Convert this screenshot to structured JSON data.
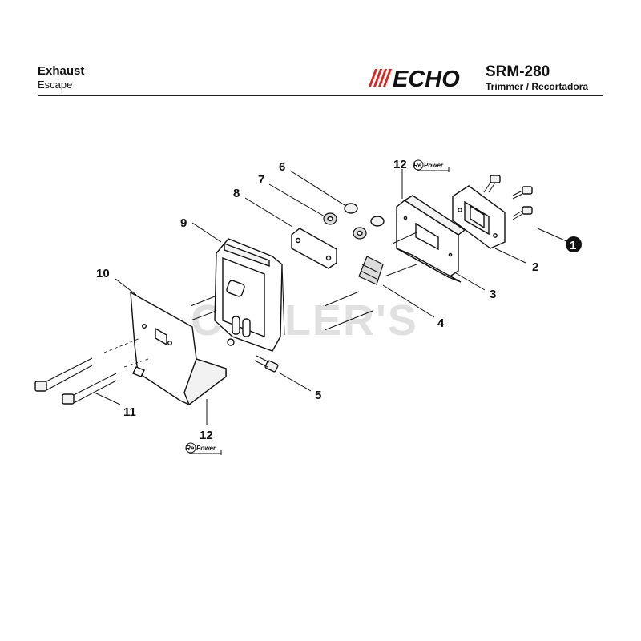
{
  "header": {
    "title": "Exhaust",
    "subtitle": "Escape",
    "brand": "ECHO",
    "model": "SRM-280",
    "product": "Trimmer / Recortadora"
  },
  "watermark": "CUTLER'S",
  "repower_badge": {
    "prefix": "Re",
    "suffix": "Power"
  },
  "callouts": {
    "c1": "1",
    "c2": "2",
    "c3": "3",
    "c4": "4",
    "c5": "5",
    "c6": "6",
    "c7": "7",
    "c8": "8",
    "c9": "9",
    "c10": "10",
    "c11": "11",
    "c12a": "12",
    "c12b": "12"
  },
  "colors": {
    "brand_red": "#e2231a",
    "line": "#111111",
    "watermark": "#c8c8c8"
  }
}
